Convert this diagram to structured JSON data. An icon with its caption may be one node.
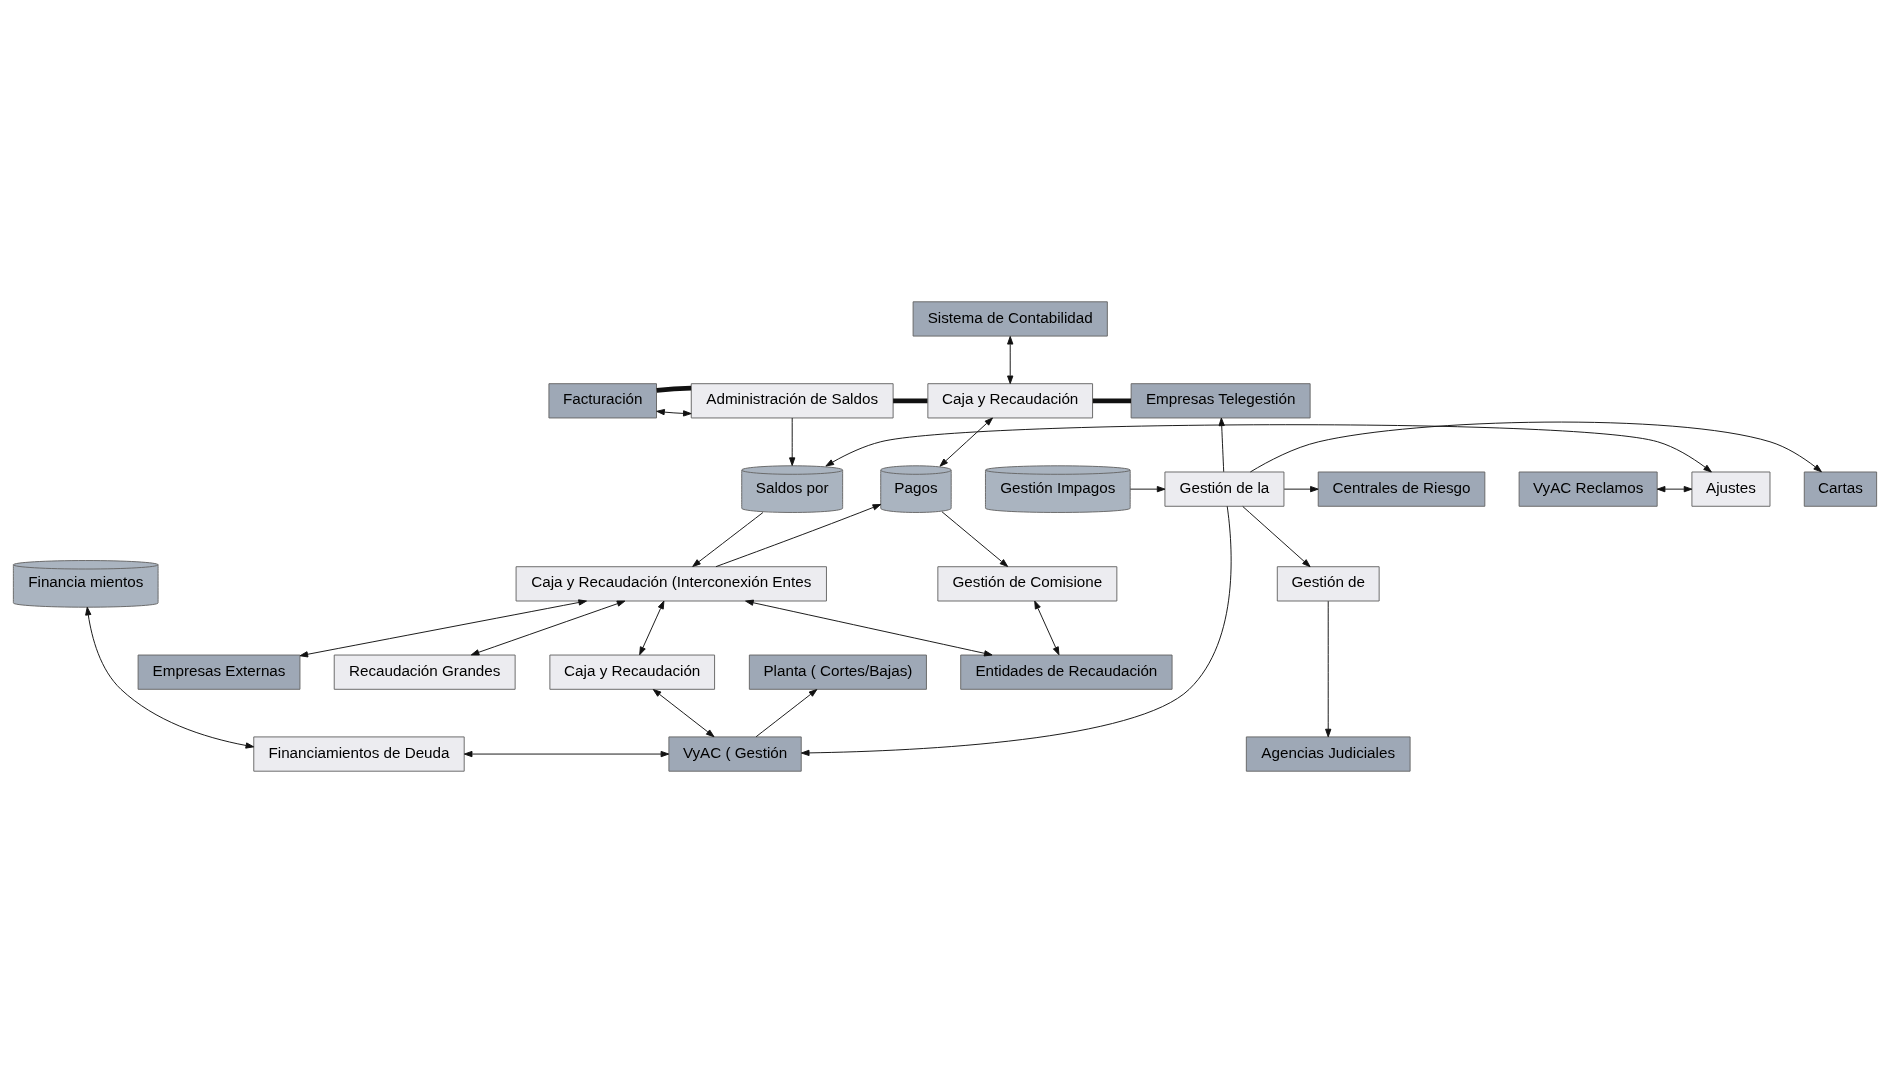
{
  "diagram": {
    "nodes": [
      {
        "text": [
          "Sistema de Contabilidad"
        ]
      },
      {
        "text": [
          "Empresas Telegestión"
        ]
      },
      {
        "text": [
          "Facturación"
        ]
      },
      {
        "text": [
          "Administración de Saldos"
        ]
      },
      {
        "text": [
          "Caja y Recaudación"
        ]
      },
      {
        "text": [
          "Cartas"
        ]
      },
      {
        "text": [
          "VyAC Reclamos"
        ]
      },
      {
        "text": [
          "Ajustes"
        ]
      },
      {
        "text": [
          "Saldos por"
        ]
      },
      {
        "text": [
          "Pagos"
        ]
      },
      {
        "text": [
          "Gestión Impagos"
        ]
      },
      {
        "text": [
          "Gestión de la"
        ]
      },
      {
        "text": [
          "Centrales de Riesgo"
        ]
      },
      {
        "text": [
          "Gestión de Comisione"
        ]
      },
      {
        "text": [
          "Caja y Recaudación (Interconexión Entes"
        ]
      },
      {
        "text": [
          "Financia mientos"
        ]
      },
      {
        "text": [
          "Gestión de"
        ]
      },
      {
        "text": [
          "Agencias Judiciales"
        ]
      },
      {
        "text": [
          "Financiamientos de Deuda"
        ]
      },
      {
        "text": [
          "VyAC ( Gestión"
        ]
      },
      {
        "text": [
          "Entidades de Recaudación"
        ]
      },
      {
        "text": [
          "Recaudación Grandes"
        ]
      },
      {
        "text": [
          "Empresas Externas"
        ]
      },
      {
        "text": [
          "Caja y Recaudación"
        ]
      },
      {
        "text": [
          "Planta ( Cortes/Bajas)"
        ]
      }
    ],
    "edges": [
      {
        "from": 2,
        "to": 3,
        "arrow": "both"
      },
      {
        "from": 2,
        "to": 3,
        "arrow": "none",
        "style": "thick"
      },
      {
        "from": 3,
        "to": 4,
        "arrow": "none",
        "style": "thick"
      },
      {
        "from": 4,
        "to": 1,
        "arrow": "none",
        "style": "thick"
      },
      {
        "from": 0,
        "to": 4,
        "arrow": "both"
      },
      {
        "from": 3,
        "to": 8,
        "arrow": "to"
      },
      {
        "from": 6,
        "to": 7,
        "arrow": "both"
      },
      {
        "from": 7,
        "to": 8,
        "arrow": "both"
      },
      {
        "from": 4,
        "to": 9,
        "arrow": "both"
      },
      {
        "from": 8,
        "to": 14,
        "arrow": "to"
      },
      {
        "from": 14,
        "to": 9,
        "arrow": "to"
      },
      {
        "from": 9,
        "to": 13,
        "arrow": "to"
      },
      {
        "from": 10,
        "to": 11,
        "arrow": "to"
      },
      {
        "from": 11,
        "to": 1,
        "arrow": "to"
      },
      {
        "from": 11,
        "to": 5,
        "arrow": "to"
      },
      {
        "from": 11,
        "to": 12,
        "arrow": "to"
      },
      {
        "from": 11,
        "to": 16,
        "arrow": "to"
      },
      {
        "from": 11,
        "to": 19,
        "arrow": "to"
      },
      {
        "from": 16,
        "to": 17,
        "arrow": "to"
      },
      {
        "from": 15,
        "to": 18,
        "arrow": "both"
      },
      {
        "from": 18,
        "to": 19,
        "arrow": "both"
      },
      {
        "from": 19,
        "to": 24,
        "arrow": "to"
      },
      {
        "from": 23,
        "to": 19,
        "arrow": "both"
      },
      {
        "from": 13,
        "to": 20,
        "arrow": "both"
      },
      {
        "from": 14,
        "to": 20,
        "arrow": "both"
      },
      {
        "from": 14,
        "to": 21,
        "arrow": "both"
      },
      {
        "from": 14,
        "to": 22,
        "arrow": "both"
      },
      {
        "from": 14,
        "to": 23,
        "arrow": "both"
      }
    ]
  }
}
